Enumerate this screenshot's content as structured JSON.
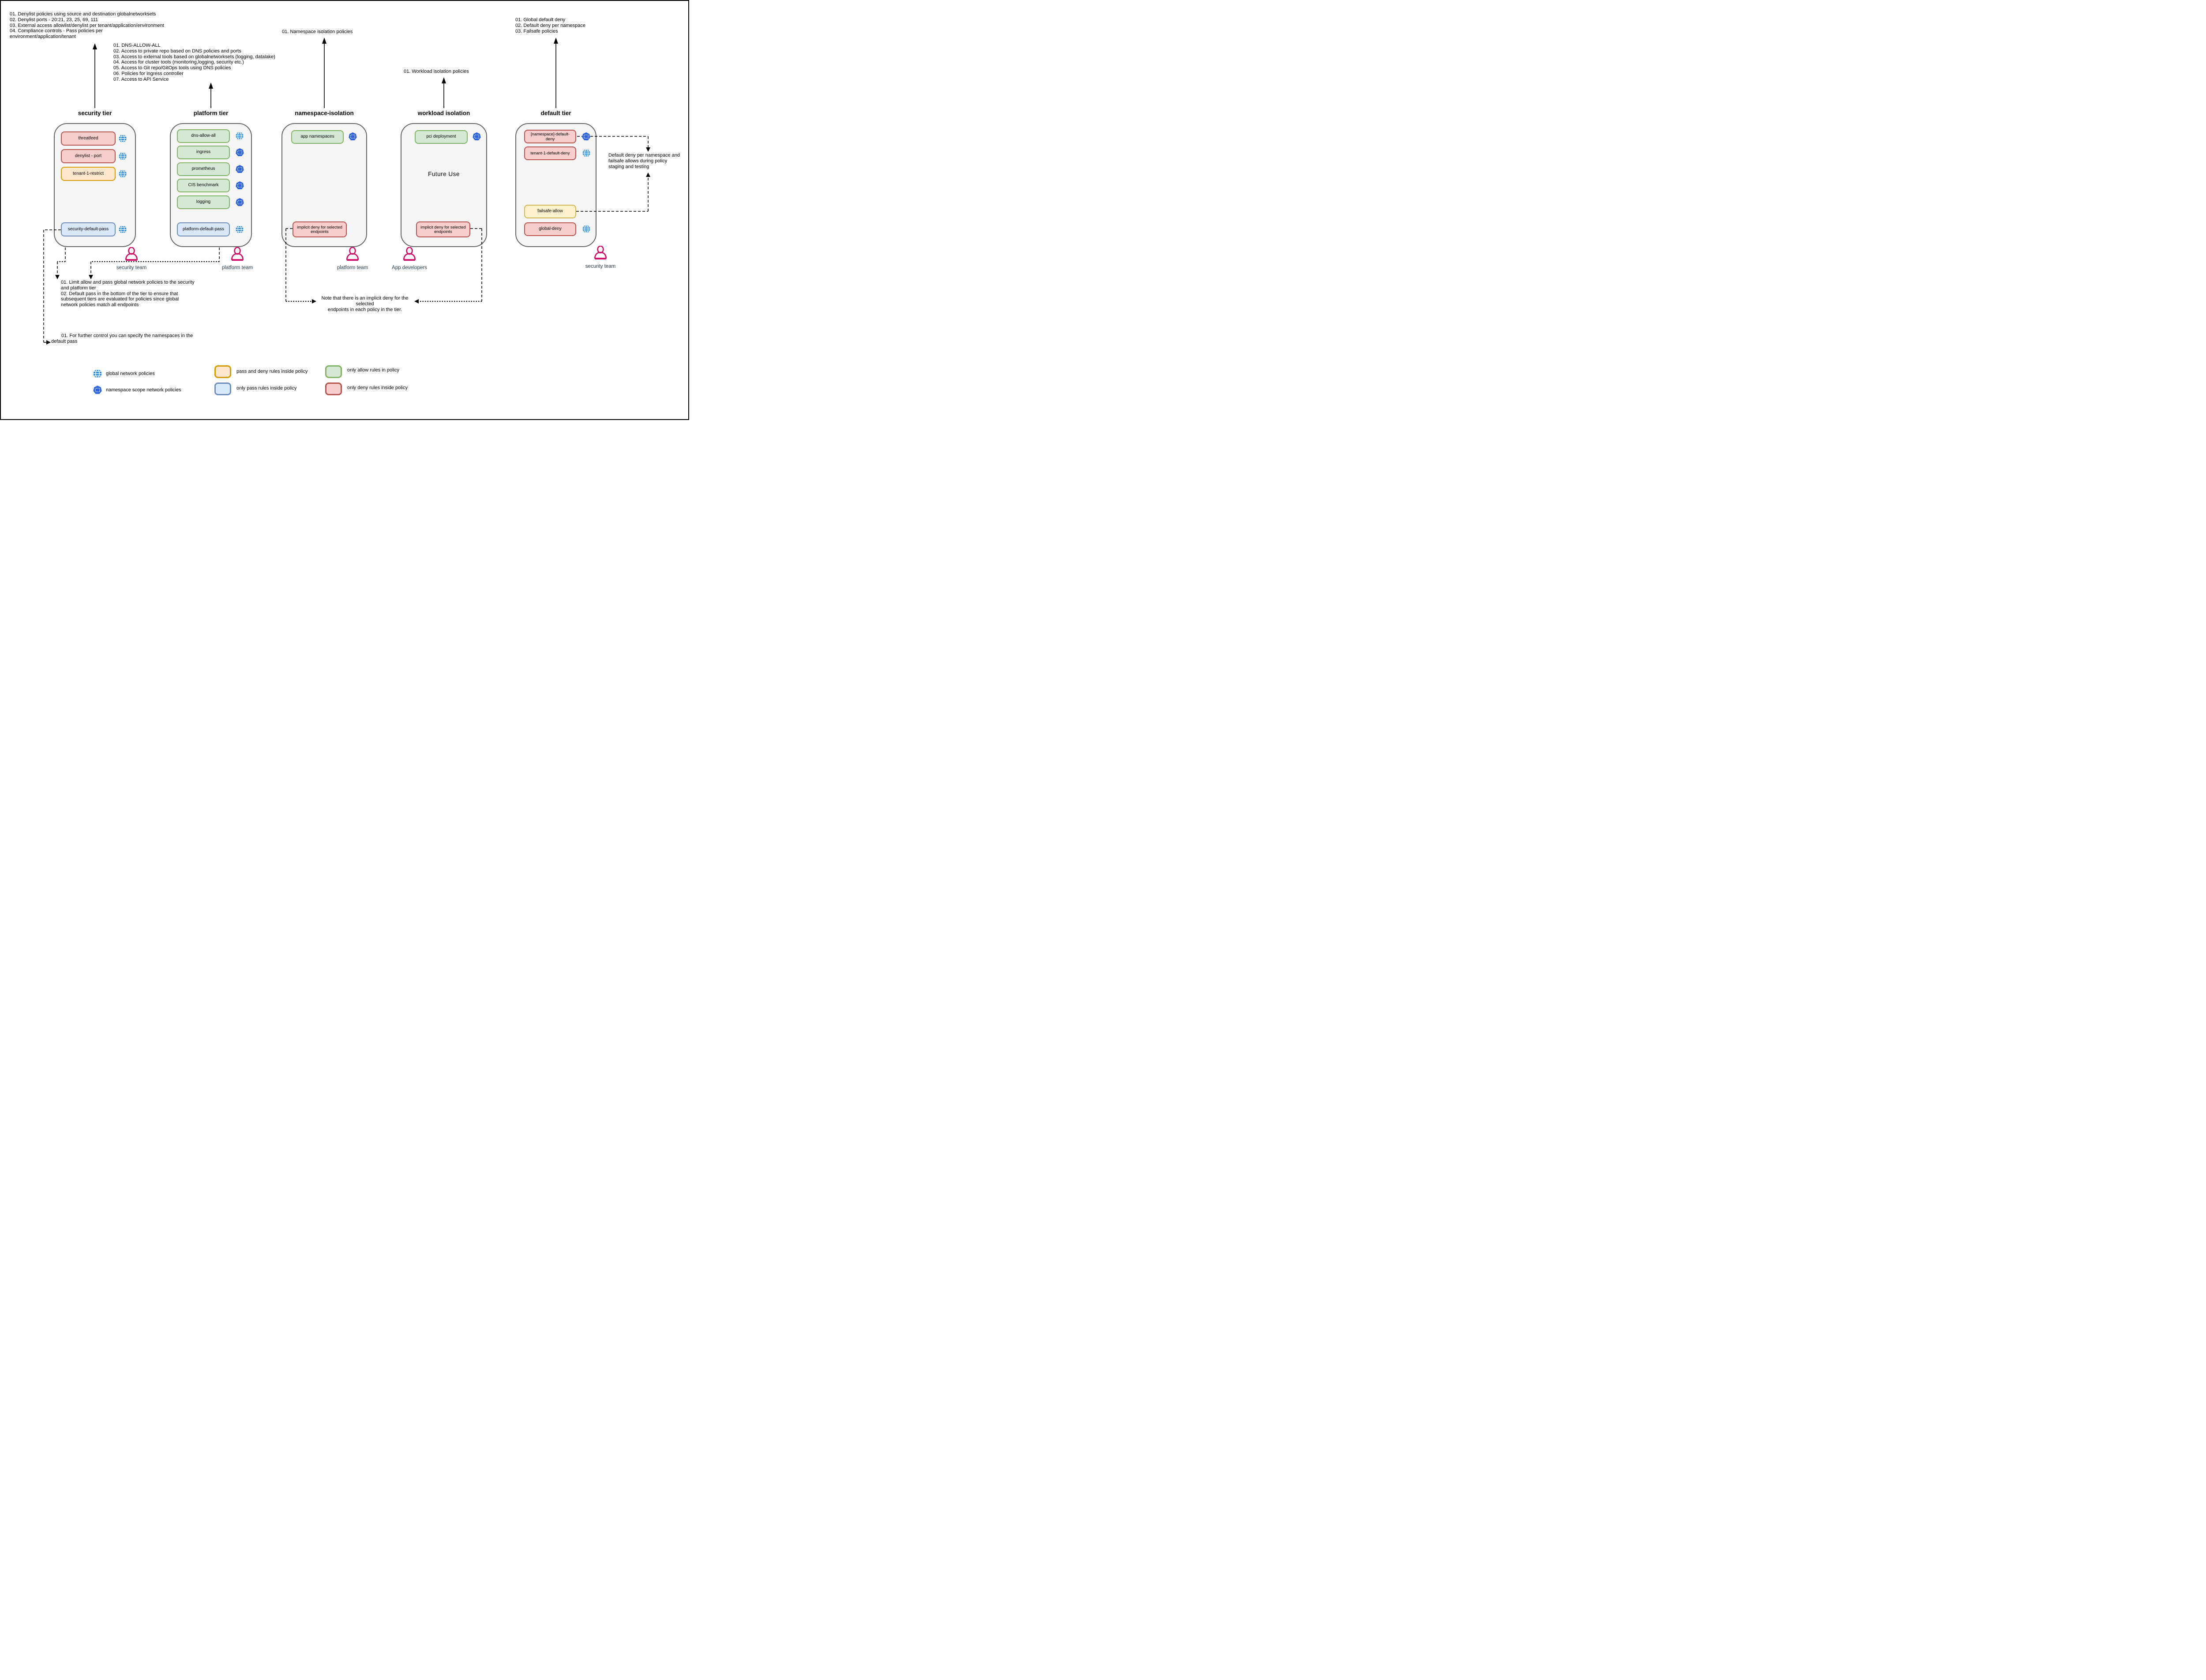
{
  "tiers": [
    {
      "title": "security tier",
      "team": "security team",
      "policies": [
        {
          "label": "threatfeed",
          "rule_type": "only deny rules",
          "scope": "global"
        },
        {
          "label": "denylist - port",
          "rule_type": "only deny rules",
          "scope": "global"
        },
        {
          "label": "tenant-1-restrict",
          "rule_type": "pass and deny rules",
          "scope": "global"
        },
        {
          "label": "security-default-pass",
          "rule_type": "only pass rules",
          "scope": "global"
        }
      ]
    },
    {
      "title": "platform tier",
      "team": "platform team",
      "policies": [
        {
          "label": "dns-allow-all",
          "rule_type": "only allow rules",
          "scope": "global"
        },
        {
          "label": "ingress",
          "rule_type": "only allow rules",
          "scope": "namespace"
        },
        {
          "label": "prometheus",
          "rule_type": "only allow rules",
          "scope": "namespace"
        },
        {
          "label": "CIS benchmark",
          "rule_type": "only allow rules",
          "scope": "namespace"
        },
        {
          "label": "logging",
          "rule_type": "only allow rules",
          "scope": "namespace"
        },
        {
          "label": "platform-default-pass",
          "rule_type": "only pass rules",
          "scope": "global"
        }
      ]
    },
    {
      "title": "namespace-isolation",
      "team": "platform team",
      "policies": [
        {
          "label": "app namespaces",
          "rule_type": "only allow rules",
          "scope": "namespace"
        },
        {
          "label": "implicit deny for selected endpoints",
          "rule_type": "only deny rules",
          "scope": ""
        }
      ]
    },
    {
      "title": "workload isolation",
      "team": "App developers",
      "center_label": "Future Use",
      "policies": [
        {
          "label": "pci deployment",
          "rule_type": "only allow rules",
          "scope": "namespace"
        },
        {
          "label": "implicit deny for selected endpoints",
          "rule_type": "only deny rules",
          "scope": ""
        }
      ]
    },
    {
      "title": "default tier",
      "team": "security team",
      "policies": [
        {
          "label": "[namespace]-default-deny",
          "rule_type": "only deny rules",
          "scope": "namespace"
        },
        {
          "label": "tenant-1-default-deny",
          "rule_type": "only deny rules",
          "scope": "global"
        },
        {
          "label": "failsafe-allow",
          "rule_type": "pass and deny rules",
          "scope": ""
        },
        {
          "label": "global-deny",
          "rule_type": "only deny rules",
          "scope": "global"
        }
      ]
    }
  ],
  "annotations": {
    "security_tier_notes": {
      "lines": [
        "01. Denylist policies using source and destination globalnetworksets",
        "02. Denylist ports - 20:21, 23, 25, 69, 111",
        "03. External access allowlist/denylist per tenant/application/environment",
        "04. Compliance controls - Pass policies per",
        "environment/application/tenant"
      ]
    },
    "platform_tier_notes": {
      "lines": [
        "01. DNS-ALLOW-ALL",
        "02. Access to private repo based on DNS policies and ports",
        "03. Access to external tools based on globalnetworksets (logging, datalake)",
        "04. Access for cluster tools (monitoring,logging, security etc.)",
        "05. Access to Git repo/GitOps tools using DNS policies",
        "06. Policies for ingress controller",
        "07. Access to API Service"
      ]
    },
    "namespace_isolation_note": "01. Namespace isolation policies",
    "workload_isolation_note": "01. Workload isolation policies",
    "default_tier_notes": {
      "lines": [
        "01. Global default deny",
        "02. Default deny per namespace",
        "03. Failsafe policies"
      ]
    },
    "pass_behavior_notes": {
      "lines": [
        "01. Limit allow and pass global network policies to the security",
        "and platform tier",
        "02. Default pass in the bottom of the tier to ensure that",
        "subsequent tiers are evaluated for policies since global",
        "network policies match all endpoints"
      ]
    },
    "further_control_note": {
      "lines": [
        "01. For further control you can specify the namespaces in the",
        "default pass"
      ]
    },
    "implicit_deny_note": {
      "lines": [
        "Note that there is an implicit deny for the selected",
        "endpoints in each policy in the tier."
      ]
    },
    "staging_note": {
      "lines": [
        "Default deny per namespace and",
        "failsafe allows during policy",
        "staging and testing"
      ]
    }
  },
  "legend": {
    "global_icon_label": "global network policies",
    "namespace_icon_label": "namespace scope network policies",
    "orange_label": "pass and deny rules inside policy",
    "blue_label": "only pass rules inside policy",
    "green_label": "only allow rules in policy",
    "red_label": "only deny rules inside policy"
  },
  "colors": {
    "deny_fill": "#F8CECC",
    "deny_stroke": "#B85450",
    "allow_fill": "#D5E8D4",
    "allow_stroke": "#82B366",
    "pass_fill": "#DAE8FC",
    "pass_stroke": "#6C8EBF",
    "pass_deny_fill": "#FFE6CC",
    "pass_deny_stroke": "#D79B00",
    "failsafe_fill": "#FFF2CC",
    "failsafe_stroke": "#D6B656",
    "tier_fill": "#F5F5F5",
    "tier_stroke": "#666666",
    "globe_icon": "#1E88E5",
    "namespace_icon": "#2D63E0",
    "person_icon": "#CF0A67",
    "team_label": "#283D50"
  }
}
